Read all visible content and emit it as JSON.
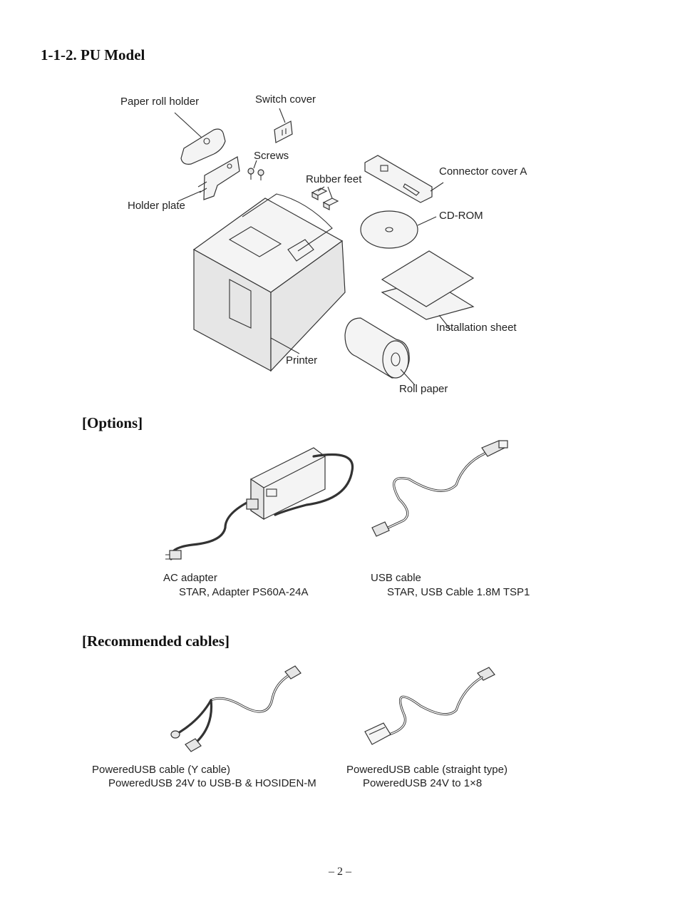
{
  "section_title": "1-1-2. PU Model",
  "parts": {
    "paper_roll_holder": "Paper roll holder",
    "switch_cover": "Switch cover",
    "screws": "Screws",
    "rubber_feet": "Rubber feet",
    "connector_cover_a": "Connector cover A",
    "holder_plate": "Holder plate",
    "cd_rom": "CD-ROM",
    "installation_sheet": "Installation sheet",
    "printer": "Printer",
    "roll_paper": "Roll paper"
  },
  "options": {
    "title": "[Options]",
    "ac_adapter": {
      "name": "AC adapter",
      "model": "STAR, Adapter PS60A-24A"
    },
    "usb_cable": {
      "name": "USB cable",
      "model": "STAR, USB Cable 1.8M TSP1"
    }
  },
  "recommended": {
    "title": "[Recommended cables]",
    "y_cable": {
      "name": "PoweredUSB cable (Y cable)",
      "model": "PoweredUSB 24V to USB-B & HOSIDEN-M"
    },
    "straight_cable": {
      "name": "PoweredUSB cable (straight type)",
      "model": "PoweredUSB 24V to 1×8"
    }
  },
  "page_number": "– 2 –"
}
